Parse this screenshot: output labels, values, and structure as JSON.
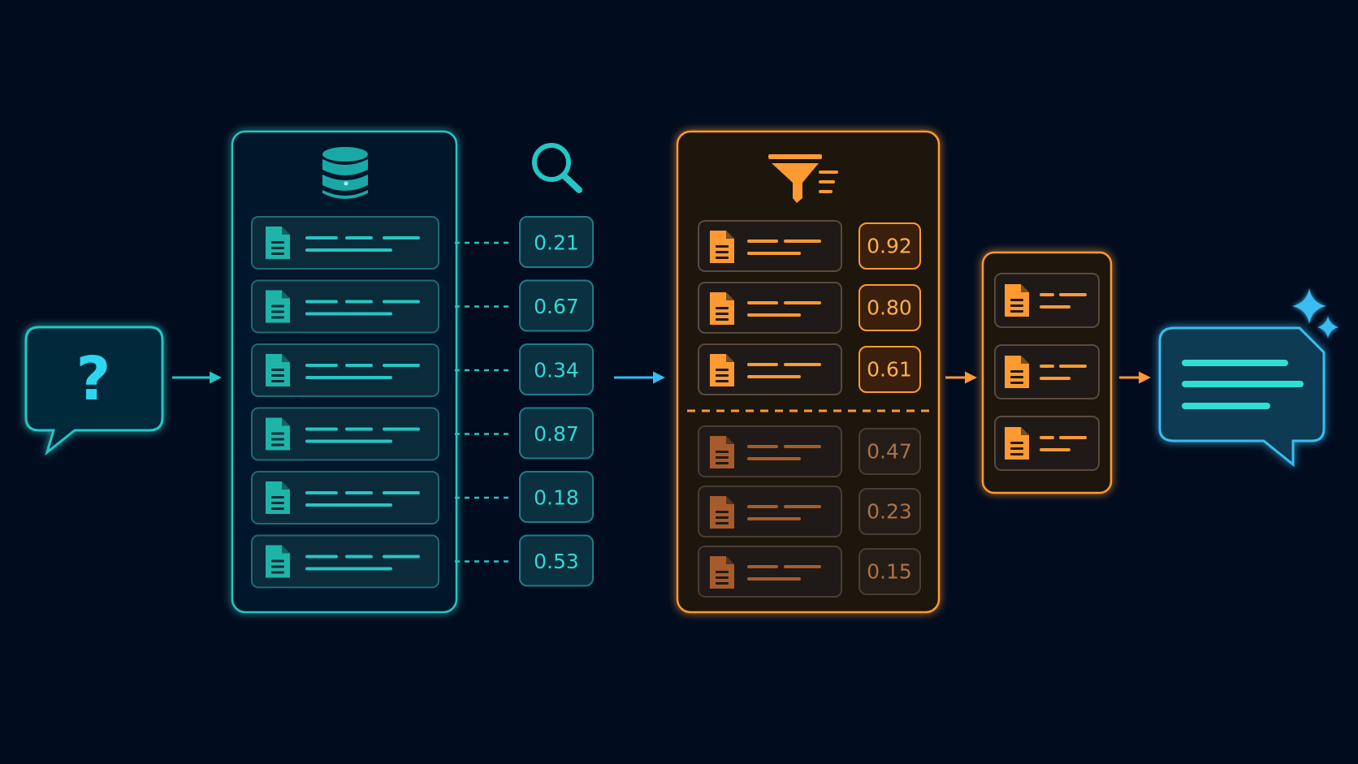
{
  "colors": {
    "background": "#020c1f",
    "teal": "#25c6c4",
    "teal_text": "#35d8d2",
    "cyan": "#3bbcf0",
    "orange": "#ff9a32",
    "orange_muted": "#a85b2a",
    "orange_text": "#ffb04d",
    "muted_text": "#b07245"
  },
  "query_icon": "question-mark-icon",
  "retrieval": {
    "icons": [
      "database-icon",
      "search-icon"
    ],
    "documents": [
      {
        "score": "0.21"
      },
      {
        "score": "0.67"
      },
      {
        "score": "0.34"
      },
      {
        "score": "0.87"
      },
      {
        "score": "0.18"
      },
      {
        "score": "0.53"
      }
    ]
  },
  "reranker": {
    "icon": "filter-funnel-icon",
    "kept": [
      {
        "score": "0.92"
      },
      {
        "score": "0.80"
      },
      {
        "score": "0.61"
      }
    ],
    "dropped": [
      {
        "score": "0.47"
      },
      {
        "score": "0.23"
      },
      {
        "score": "0.15"
      }
    ]
  },
  "context": {
    "document_count": 3
  },
  "answer_icon": "answer-chat-icon",
  "sparkle_icon": "sparkle-icon"
}
